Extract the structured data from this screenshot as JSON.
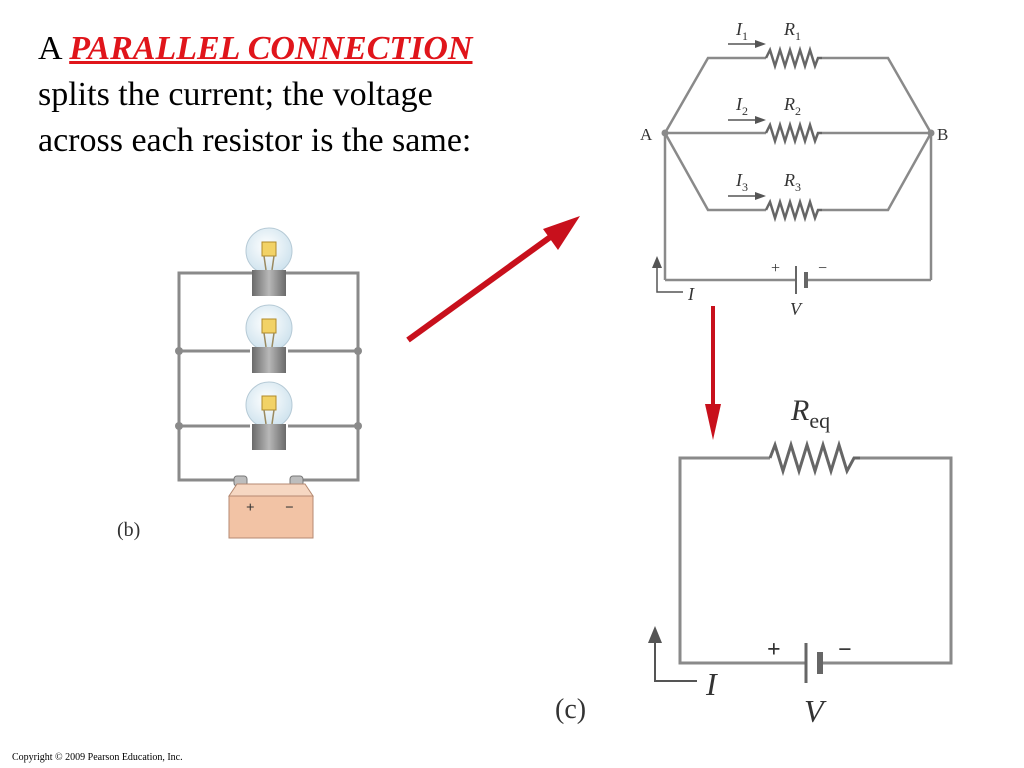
{
  "heading": {
    "prefix": "A ",
    "keyword": "PARALLEL CONNECTION",
    "line2": "splits the current; the voltage",
    "line3": "across each resistor is the same:"
  },
  "figure_b": {
    "caption": "(b)",
    "battery_plus": "+",
    "battery_minus": "−"
  },
  "figure_top": {
    "node_a": "A",
    "node_b": "B",
    "branches": [
      {
        "current": "I",
        "current_sub": "1",
        "resistor": "R",
        "resistor_sub": "1"
      },
      {
        "current": "I",
        "current_sub": "2",
        "resistor": "R",
        "resistor_sub": "2"
      },
      {
        "current": "I",
        "current_sub": "3",
        "resistor": "R",
        "resistor_sub": "3"
      }
    ],
    "plus": "+",
    "minus": "−",
    "total_current": "I",
    "voltage": "V"
  },
  "figure_c": {
    "caption": "(c)",
    "resistor": "R",
    "resistor_sub": "eq",
    "plus": "+",
    "minus": "−",
    "current": "I",
    "voltage": "V"
  },
  "colors": {
    "accent": "#e0151b",
    "arrow": "#c8101c",
    "wire": "#8a8a8a",
    "battery_body": "#f2c3a5"
  },
  "footer": {
    "copyright": "Copyright © 2009 Pearson Education, Inc."
  }
}
